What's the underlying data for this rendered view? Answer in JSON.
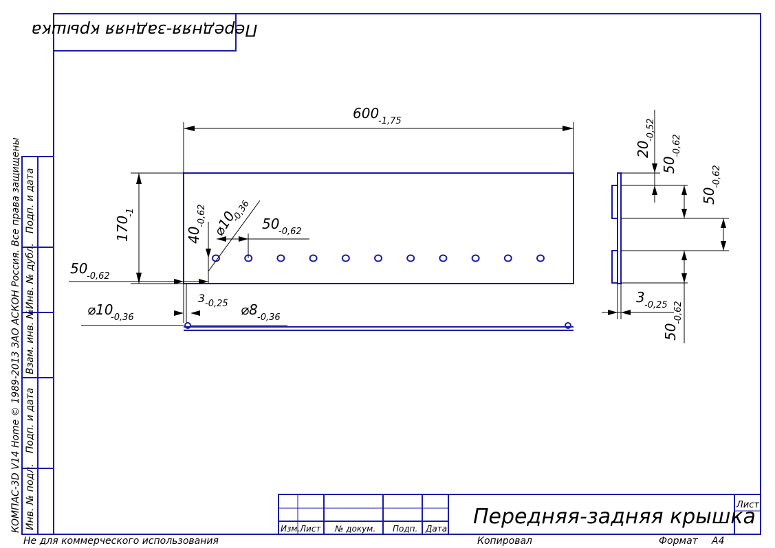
{
  "sheet": {
    "corner_title": "Передняя-задняя крышка",
    "title": "Передняя-задняя крышка",
    "sheet_label": "Лист",
    "copied_label": "Копировал",
    "format_label": "Формат",
    "format_value": "A4",
    "non_commercial": "Не для коммерческого использования",
    "copyright_vertical": "КОМПАС-3D V14 Home © 1989-2013 ЗАО АСКОН Россия. Все права защищены",
    "stamp_headers": [
      "Изм.",
      "Лист",
      "№ докум.",
      "Подп.",
      "Дата"
    ],
    "side_labels": [
      "Подп. и дата",
      "Инв. № дубл.",
      "Взам. инв. №",
      "Подп. и дата",
      "Инв. № подл."
    ]
  },
  "dimensions": {
    "overall_length": {
      "value": "600",
      "tol": "-1,75"
    },
    "height": {
      "value": "170",
      "tol": "-1"
    },
    "hole_v_offset": {
      "value": "40",
      "tol": "-0,62"
    },
    "hole_dia_top": {
      "value": "⌀10",
      "tol": "-0,36"
    },
    "hole_pitch": {
      "value": "50",
      "tol": "-0,62"
    },
    "left_offset": {
      "value": "50",
      "tol": "-0,62"
    },
    "small_offset": {
      "value": "3",
      "tol": "-0,25"
    },
    "hole_dia_bottom_left": {
      "value": "⌀10",
      "tol": "-0,36"
    },
    "hole_dia_bottom": {
      "value": "⌀8",
      "tol": "-0,36"
    },
    "side_20": {
      "value": "20",
      "tol": "-0,52"
    },
    "side_50a": {
      "value": "50",
      "tol": "-0,62"
    },
    "side_50b": {
      "value": "50",
      "tol": "-0,62"
    },
    "side_3": {
      "value": "3",
      "tol": "-0,25"
    },
    "side_50c": {
      "value": "50",
      "tol": "-0,62"
    }
  },
  "drawing": {
    "hole_count": 11,
    "colors": {
      "frame": "#1a1aa8",
      "lines": "#000000"
    }
  }
}
